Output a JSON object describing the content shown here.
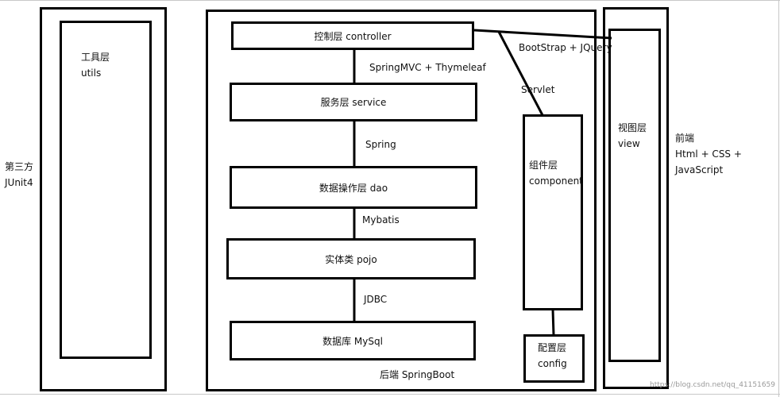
{
  "third_party": {
    "line1": "第三方",
    "line2": "JUnit4"
  },
  "utils": {
    "line1": "工具层",
    "line2": "utils"
  },
  "backend": {
    "controller": "控制层 controller",
    "service": "服务层 service",
    "dao": "数据操作层 dao",
    "pojo": "实体类 pojo",
    "db": "数据库 MySql",
    "title": "后端 SpringBoot"
  },
  "connectors": {
    "springmvc": "SpringMVC + Thymeleaf",
    "spring": "Spring",
    "mybatis": "Mybatis",
    "jdbc": "JDBC",
    "bootstrap": "BootStrap + JQuery",
    "servlet": "Servlet"
  },
  "component": {
    "line1": "组件层",
    "line2": "component"
  },
  "config": {
    "line1": "配置层",
    "line2": "config"
  },
  "view": {
    "line1": "视图层",
    "line2": "view"
  },
  "frontend": {
    "line1": "前端",
    "line2": "Html + CSS +",
    "line3": "JavaScript"
  },
  "watermark": "https://blog.csdn.net/qq_41151659"
}
